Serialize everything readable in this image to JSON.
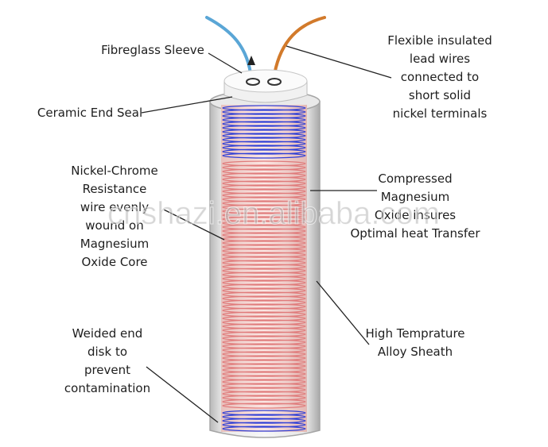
{
  "labels": {
    "fibreglass_sleeve": [
      "Fibreglass Sleeve"
    ],
    "ceramic_end_seal": [
      "Ceramic End Seal"
    ],
    "lead_wires": [
      "Flexible insulated",
      "lead wires",
      "connected to",
      "short solid",
      "nickel terminals"
    ],
    "nickel_chrome": [
      "Nickel-Chrome",
      "Resistance",
      "wire evenly",
      "wound on",
      "Magnesium",
      "Oxide Core"
    ],
    "compressed_mgo": [
      "Compressed",
      "Magnesium",
      "Oxide insures",
      "Optimal heat Transfer"
    ],
    "welded_end_disk": [
      "Weided end",
      "disk to",
      "prevent",
      "contamination"
    ],
    "alloy_sheath": [
      "High Temprature",
      "Alloy Sheath"
    ]
  },
  "watermark": "cnshazi.en.alibaba.com",
  "colors": {
    "sheath": "#d9d9d9",
    "end_coil": "#2f3fd6",
    "heater_coil": "#e07b7b",
    "core": "#f6d6d3",
    "lead_wire_blue": "#5aa6d6",
    "lead_wire_orange": "#d27a2b",
    "leader_line": "#222222"
  }
}
